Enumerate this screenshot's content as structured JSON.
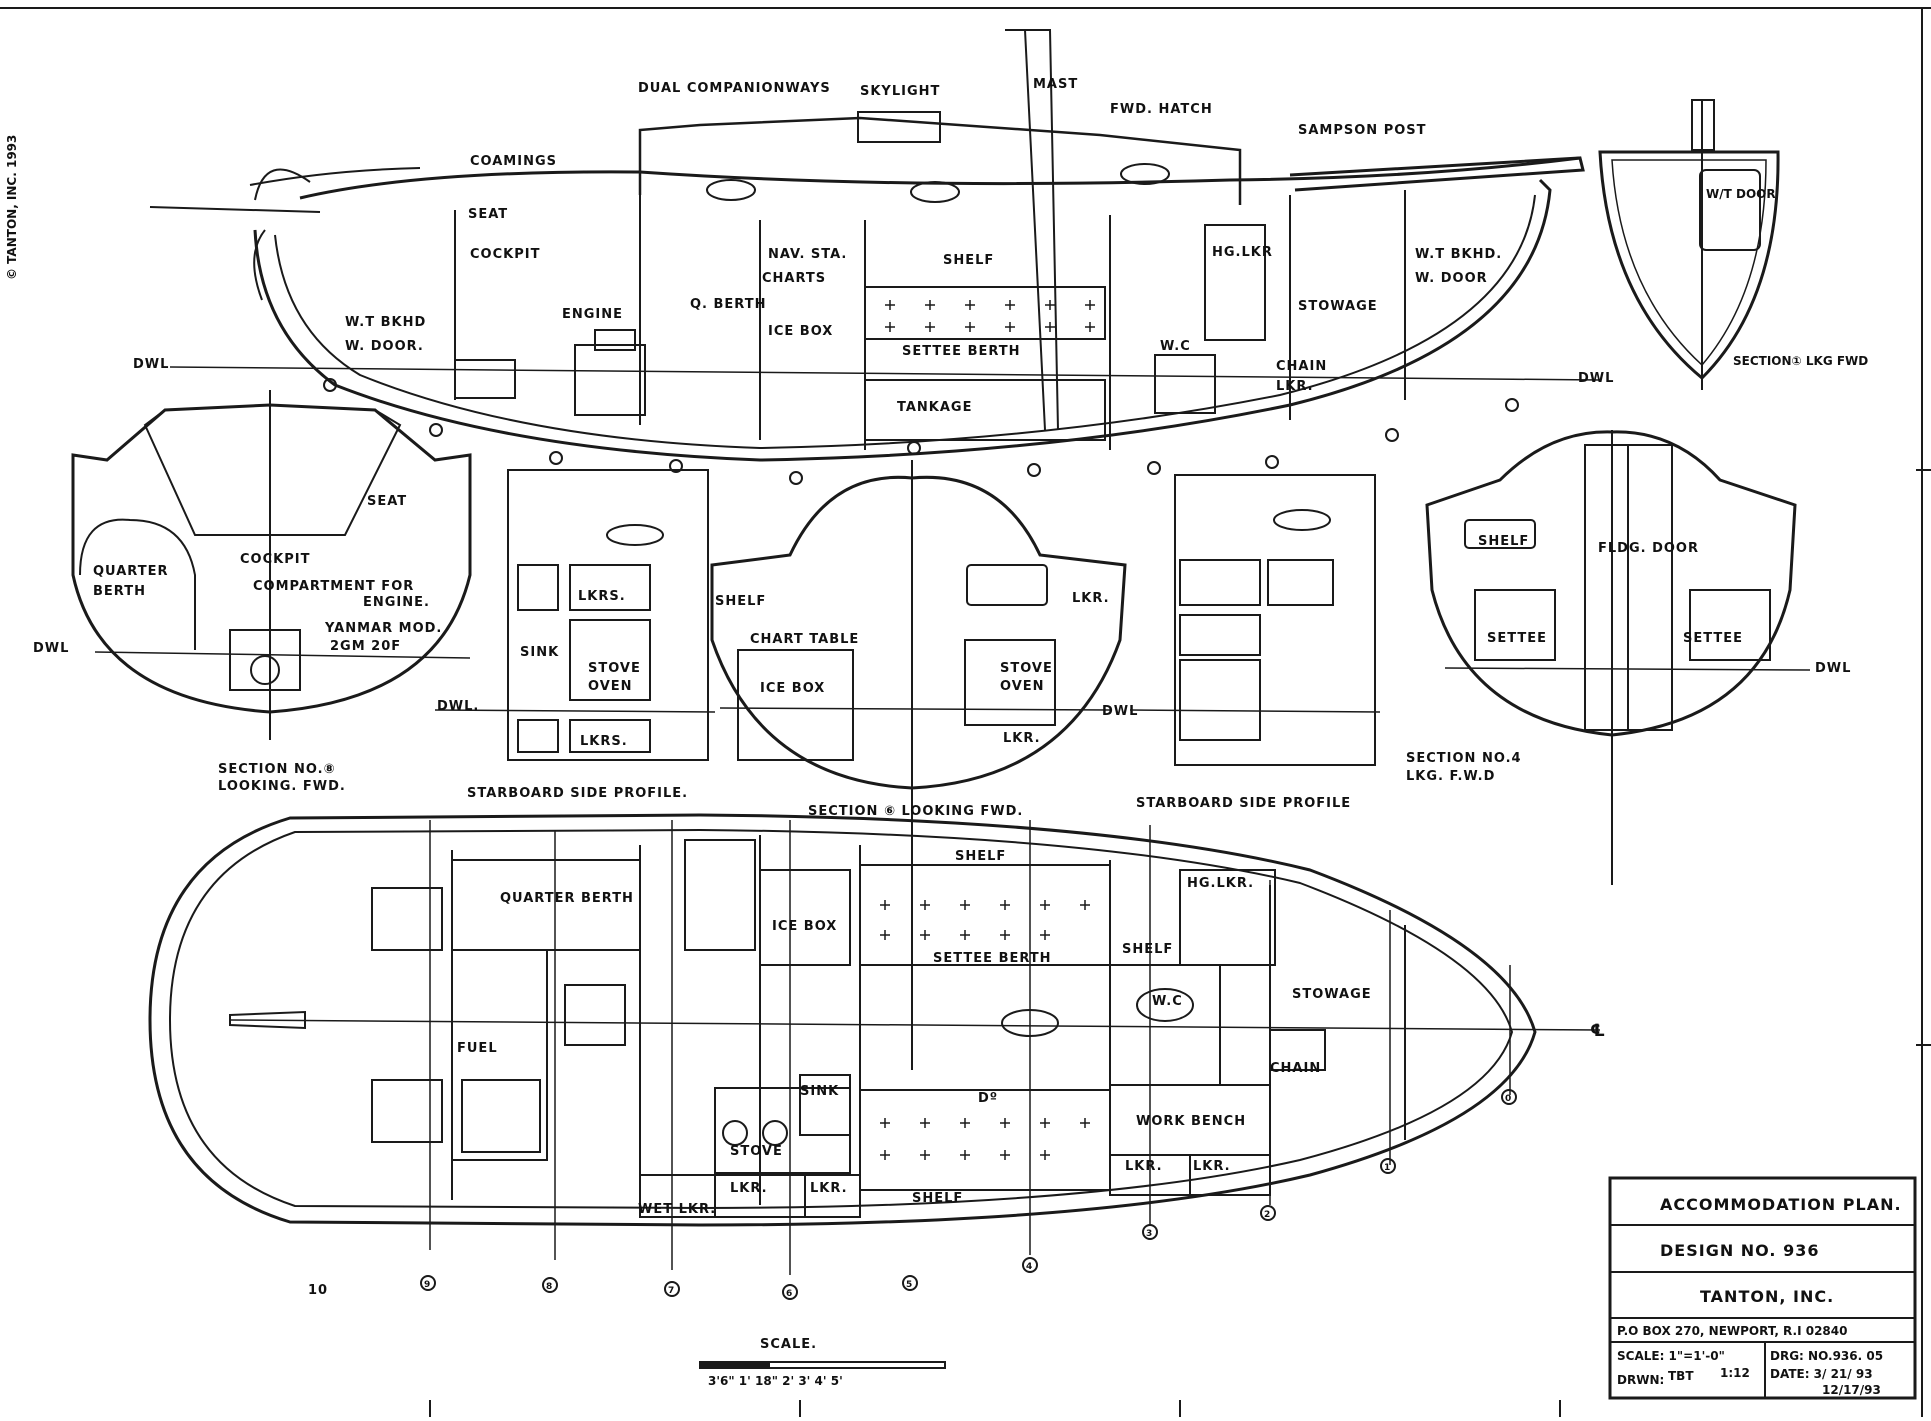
{
  "copyright": "© TANTON, INC. 1993",
  "profile": {
    "labels": {
      "dual_companionways": "DUAL COMPANIONWAYS",
      "skylight": "SKYLIGHT",
      "mast": "MAST",
      "fwd_hatch": "FWD. HATCH",
      "sampson_post": "SAMPSON POST",
      "coamings": "COAMINGS",
      "seat": "SEAT",
      "cockpit": "COCKPIT",
      "wt_bkhd_aft": "W.T BKHD",
      "w_door_aft": "W. DOOR.",
      "engine": "ENGINE",
      "q_berth": "Q. BERTH",
      "nav_sta": "NAV. STA.",
      "charts": "CHARTS",
      "ice_box": "ICE BOX",
      "shelf": "SHELF",
      "settee_berth": "SETTEE BERTH",
      "tankage": "TANKAGE",
      "hg_lkr": "HG.LKR",
      "wc": "W.C",
      "stowage": "STOWAGE",
      "wt_bkhd_fwd": "W.T BKHD.",
      "w_door_fwd": "W. DOOR",
      "chain": "CHAIN",
      "lkr": "LKR.",
      "dwl": "DWL"
    }
  },
  "section1": {
    "wt_door": "W/T DOOR",
    "caption": "SECTION① LKG FWD"
  },
  "section8": {
    "seat": "SEAT",
    "cockpit": "COCKPIT",
    "quarter": "QUARTER",
    "berth": "BERTH",
    "compartment": "COMPARTMENT FOR",
    "engine": "ENGINE.",
    "yanmar": "YANMAR MOD.",
    "model": "2GM 20F",
    "dwl": "DWL",
    "caption1": "SECTION NO.⑧",
    "caption2": "LOOKING. FWD."
  },
  "stbd_aft": {
    "lkrs_top": "LKRS.",
    "sink": "SINK",
    "stove": "STOVE",
    "oven": "OVEN",
    "lkrs_bot": "LKRS.",
    "dwl": "DWL.",
    "caption": "STARBOARD SIDE PROFILE."
  },
  "section6": {
    "shelf": "SHELF",
    "chart_table": "CHART TABLE",
    "ice_box": "ICE BOX",
    "stove": "STOVE",
    "oven": "OVEN",
    "lkr_top": "LKR.",
    "lkr_bot": "LKR.",
    "dwl": "DWL",
    "caption": "SECTION ⑥ LOOKING FWD."
  },
  "stbd_fwd": {
    "caption": "STARBOARD SIDE PROFILE"
  },
  "section4": {
    "shelf": "SHELF",
    "fldg_door": "FLDG. DOOR",
    "settee_port": "SETTEE",
    "settee_stbd": "SETTEE",
    "dwl": "DWL",
    "caption1": "SECTION NO.4",
    "caption2": "LKG. F.W.D"
  },
  "plan": {
    "quarter_berth": "QUARTER BERTH",
    "fuel": "FUEL",
    "ice_box": "ICE BOX",
    "shelf_top": "SHELF",
    "settee_berth": "SETTEE BERTH",
    "hg_lkr": "HG.LKR.",
    "shelf_mid": "SHELF",
    "wc": "W.C",
    "stowage": "STOWAGE",
    "chain": "CHAIN",
    "sink": "SINK",
    "ditto": "Dº",
    "work_bench": "WORK BENCH",
    "stove": "STOVE",
    "lkr_a": "LKR.",
    "lkr_b": "LKR.",
    "lkr_c": "LKR.",
    "lkr_d": "LKR.",
    "wet_lkr": "WET LKR.",
    "shelf_bottom": "SHELF",
    "centerline": "℄"
  },
  "stations": [
    "10",
    "9",
    "8",
    "7",
    "6",
    "5",
    "4",
    "3",
    "2",
    "1",
    "0"
  ],
  "scale_bar": {
    "title": "SCALE.",
    "ticks": "3'6\"  1'  18\"  2'      3'      4'      5'"
  },
  "title_block": {
    "title": "ACCOMMODATION PLAN.",
    "design": "DESIGN NO. 936",
    "firm": "TANTON, INC.",
    "address": "P.O BOX 270, NEWPORT, R.I 02840",
    "scale": "SCALE: 1\"=1'-0\"",
    "ratio": "1:12",
    "drawn": "DRWN:",
    "drawn_by": "TBT",
    "drg_no": "DRG: NO.936. 05",
    "date": "DATE: 3/ 21/ 93",
    "date2": "12/17/93"
  }
}
